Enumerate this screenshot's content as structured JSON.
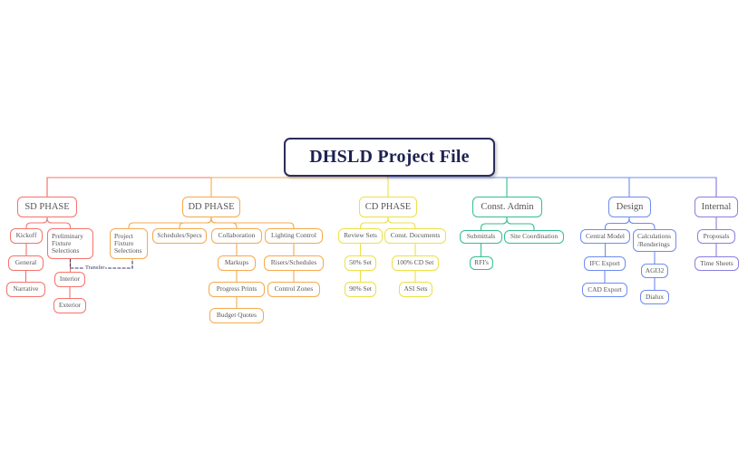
{
  "root": {
    "label": "DHSLD Project File",
    "color": "#2b2d5c"
  },
  "annotations": {
    "transfer_label": "Transfer",
    "transfer_color": "#3a3a6a"
  },
  "branches": [
    {
      "id": "sd",
      "label": "SD PHASE",
      "color": "#f4736c",
      "nodes": [
        {
          "name": "sd-kickoff",
          "label": "Kickoff"
        },
        {
          "name": "sd-preliminary-fixture-selections",
          "label": "Preliminary\nFixture\nSelections"
        },
        {
          "name": "sd-general",
          "label": "General"
        },
        {
          "name": "sd-narrative",
          "label": "Narrative"
        },
        {
          "name": "sd-interior",
          "label": "Interior"
        },
        {
          "name": "sd-exterior",
          "label": "Exterior"
        }
      ]
    },
    {
      "id": "dd",
      "label": "DD PHASE",
      "color": "#f5a94e",
      "nodes": [
        {
          "name": "dd-project-fixture-selections",
          "label": "Project\nFixture\nSelections"
        },
        {
          "name": "dd-schedules-specs",
          "label": "Schedules/Specs"
        },
        {
          "name": "dd-collaboration",
          "label": "Collaboration"
        },
        {
          "name": "dd-lighting-control",
          "label": "Lighting Control"
        },
        {
          "name": "dd-markups",
          "label": "Markups"
        },
        {
          "name": "dd-risers-schedules",
          "label": "Risers/Schedules"
        },
        {
          "name": "dd-progress-prints",
          "label": "Progress Prints"
        },
        {
          "name": "dd-control-zones",
          "label": "Control Zones"
        },
        {
          "name": "dd-budget-quotes",
          "label": "Budget Quotes"
        }
      ]
    },
    {
      "id": "cd",
      "label": "CD PHASE",
      "color": "#ece047",
      "nodes": [
        {
          "name": "cd-review-sets",
          "label": "Review Sets"
        },
        {
          "name": "cd-const-documents",
          "label": "Const. Documents"
        },
        {
          "name": "cd-50-set",
          "label": "50% Set"
        },
        {
          "name": "cd-100-cd-set",
          "label": "100% CD Set"
        },
        {
          "name": "cd-90-set",
          "label": "90% Set"
        },
        {
          "name": "cd-asi-sets",
          "label": "ASI Sets"
        }
      ]
    },
    {
      "id": "ca",
      "label": "Const. Admin",
      "color": "#35bf8c",
      "nodes": [
        {
          "name": "ca-submittals",
          "label": "Submittals"
        },
        {
          "name": "ca-site-coordination",
          "label": "Site Coordination"
        },
        {
          "name": "ca-rfis",
          "label": "RFI's"
        }
      ]
    },
    {
      "id": "design",
      "label": "Design",
      "color": "#6f8cf0",
      "nodes": [
        {
          "name": "design-central-model",
          "label": "Central Model"
        },
        {
          "name": "design-calculations-renderings",
          "label": "Calculations\n/Renderings"
        },
        {
          "name": "design-ifc-export",
          "label": "IFC Export"
        },
        {
          "name": "design-agi32",
          "label": "AGI32"
        },
        {
          "name": "design-cad-export",
          "label": "CAD Export"
        },
        {
          "name": "design-dialux",
          "label": "Dialux"
        }
      ]
    },
    {
      "id": "internal",
      "label": "Internal",
      "color": "#8a7fe0",
      "nodes": [
        {
          "name": "internal-proposals",
          "label": "Proposals"
        },
        {
          "name": "internal-time-sheets",
          "label": "Time Sheets"
        }
      ]
    }
  ]
}
